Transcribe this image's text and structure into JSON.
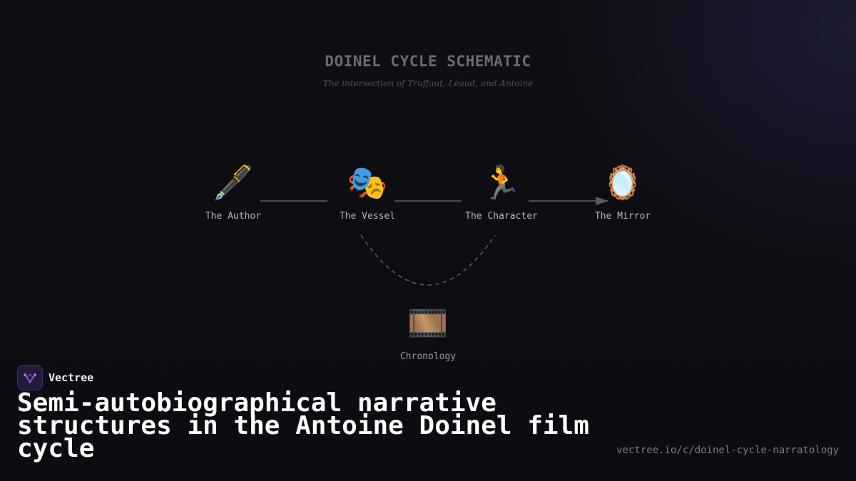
{
  "diagram": {
    "title": "DOINEL CYCLE SCHEMATIC",
    "subtitle": "The intersection of Truffaut, Léaud, and Antoine",
    "nodes": [
      {
        "id": "author",
        "icon": "🖋️",
        "icon_name": "fountain-pen-icon",
        "label": "The Author"
      },
      {
        "id": "vessel",
        "icon": "🎭",
        "icon_name": "theater-masks-icon",
        "label": "The Vessel"
      },
      {
        "id": "character",
        "icon": "🏃",
        "icon_name": "running-person-icon",
        "label": "The Character"
      },
      {
        "id": "mirror",
        "icon": "🪞",
        "icon_name": "mirror-icon",
        "label": "The Mirror"
      },
      {
        "id": "chronology",
        "icon": "🎞️",
        "icon_name": "film-frames-icon",
        "label": "Chronology"
      }
    ],
    "edges": [
      {
        "from": "author",
        "to": "vessel",
        "style": "solid",
        "arrow": false
      },
      {
        "from": "vessel",
        "to": "character",
        "style": "solid",
        "arrow": false
      },
      {
        "from": "character",
        "to": "mirror",
        "style": "solid",
        "arrow": true
      },
      {
        "from": "vessel",
        "to": "character",
        "via": "chronology",
        "style": "dashed",
        "arrow": false
      }
    ]
  },
  "brand": {
    "name": "Vectree",
    "logo_icon": "vectree-logo-icon"
  },
  "headline": "Semi-autobiographical narrative structures in the Antoine Doinel film cycle",
  "url": "vectree.io/c/doinel-cycle-narratology",
  "colors": {
    "background": "#0f0e13",
    "title": "#6b6b6f",
    "connector": "#5a5a5e",
    "label": "#b4b4b8",
    "headline": "#ffffff",
    "url": "#7d7d82",
    "accent": "#a35cf0"
  }
}
